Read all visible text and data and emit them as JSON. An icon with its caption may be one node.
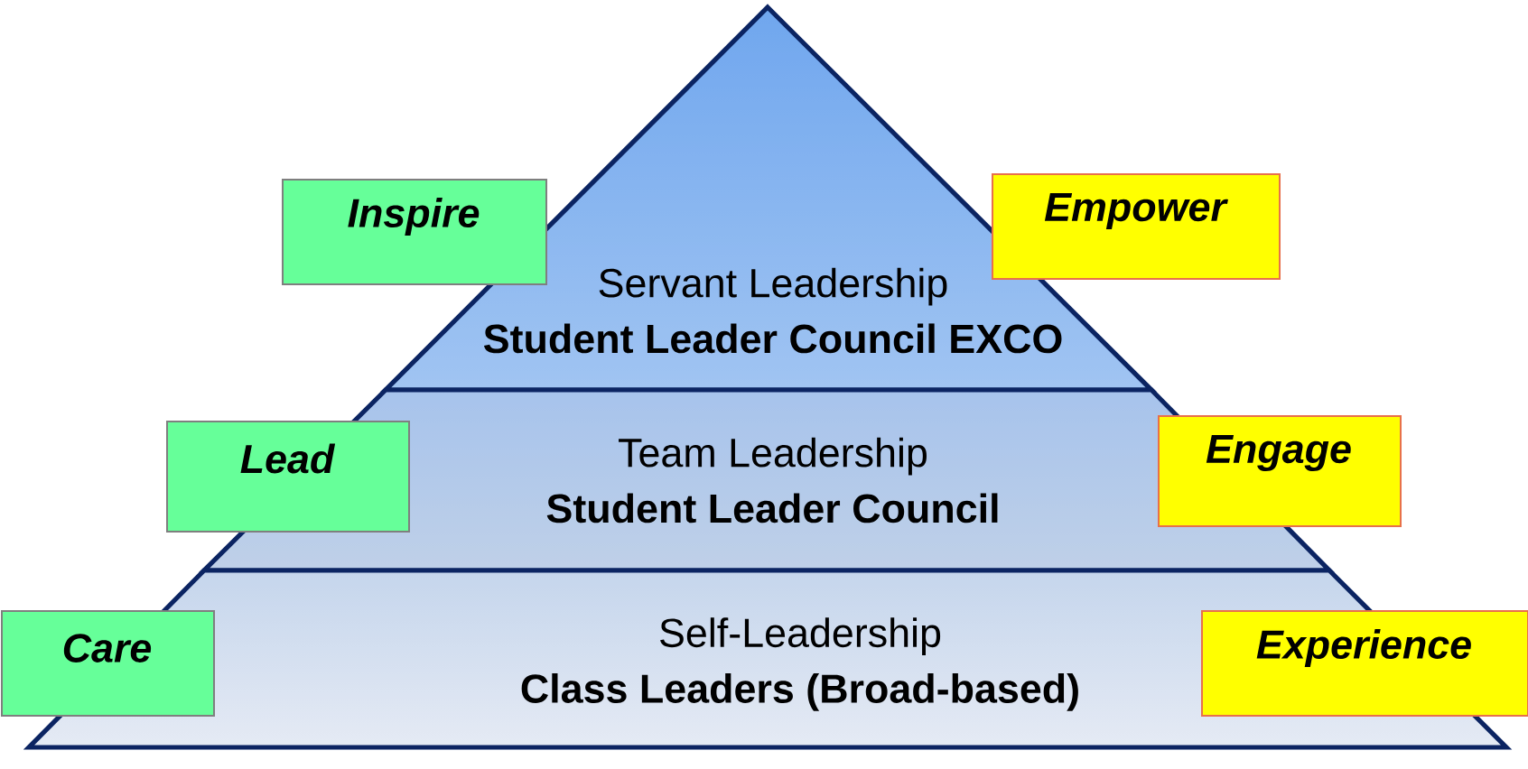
{
  "diagram": {
    "nodes": [
      {
        "text": [
          "Inspire"
        ]
      },
      {
        "text": [
          "Empower"
        ]
      },
      {
        "text": [
          "Servant Leadership",
          "Student Leader Council EXCO"
        ]
      },
      {
        "text": [
          "Lead"
        ]
      },
      {
        "text": [
          "Team Leadership",
          "Student Leader Council"
        ]
      },
      {
        "text": [
          "Engage"
        ]
      },
      {
        "text": [
          "Care"
        ]
      },
      {
        "text": [
          "Self-Leadership",
          "Class Leaders (Broad-based)"
        ]
      },
      {
        "text": [
          "Experience"
        ]
      }
    ]
  }
}
